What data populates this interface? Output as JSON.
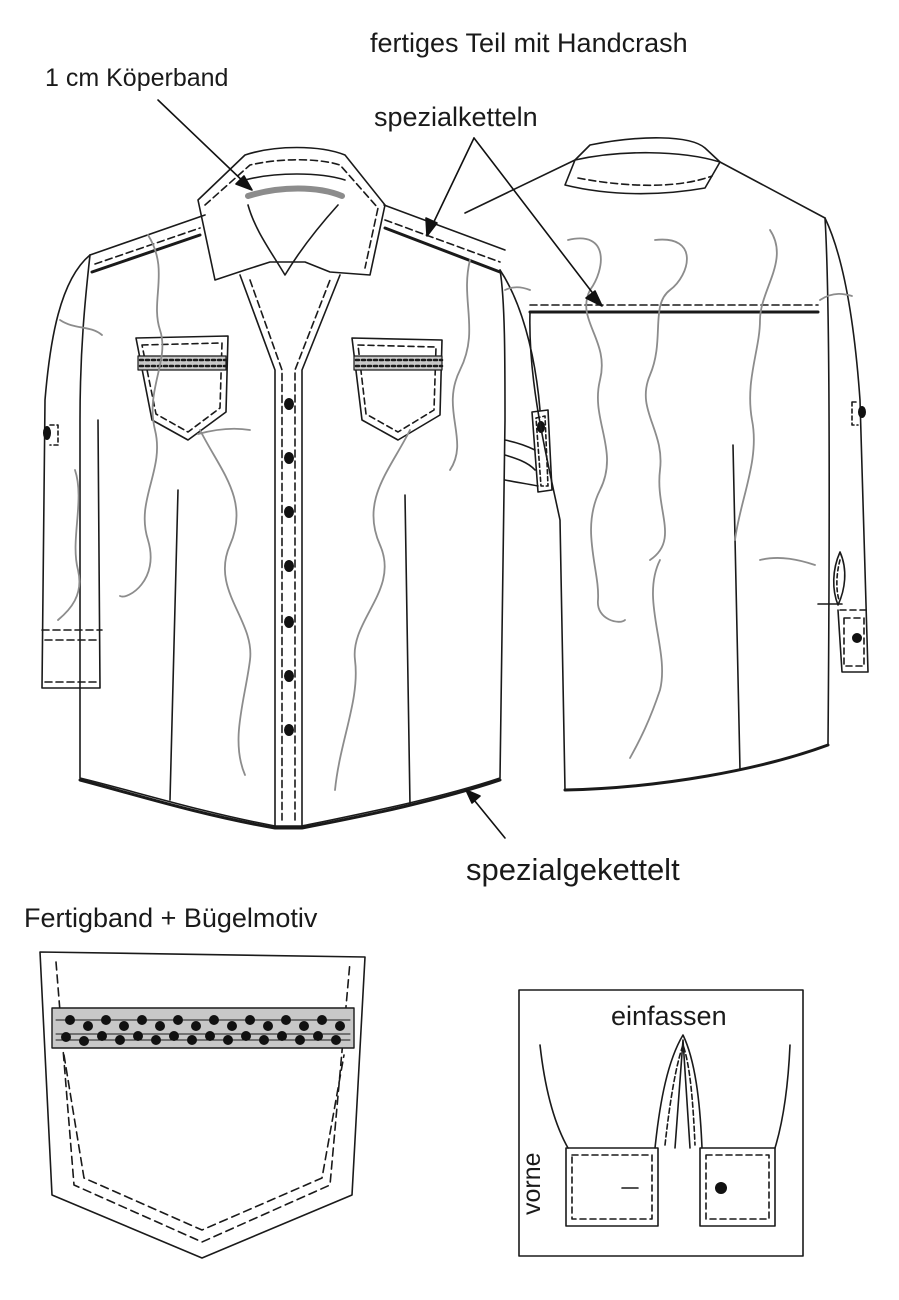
{
  "labels": {
    "title": "fertiges Teil mit Handcrash",
    "koeperband": "1 cm Köperband",
    "spezialketteln": "spezialketteln",
    "spezialgekettelt": "spezialgekettelt",
    "fertigband": "Fertigband + Bügelmotiv",
    "einfassen": "einfassen",
    "vorne": "vorne"
  },
  "colors": {
    "line": "#1a1a1a",
    "crash": "#8c8c8c",
    "tape": "#c8c8c8"
  }
}
